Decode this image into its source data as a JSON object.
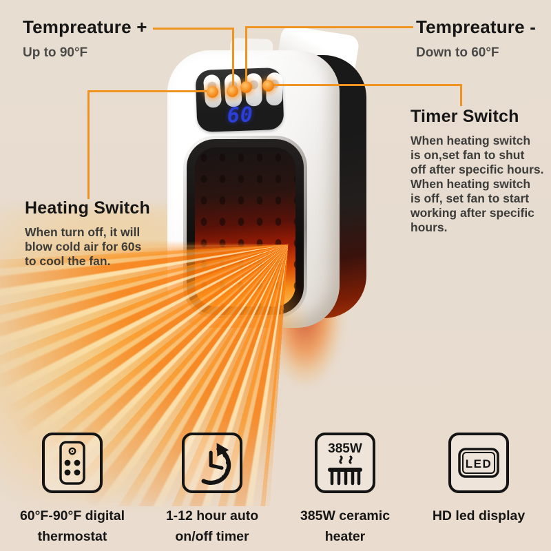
{
  "colors": {
    "background": "#e7dcd0",
    "accent_line": "#ef9421",
    "button_dot": "#f28313",
    "led_blue": "#2b3fd8",
    "heading_text": "#161616",
    "body_text": "#3c3c3a"
  },
  "callouts": {
    "temp_plus": {
      "title": "Tempreature +",
      "subtitle": "Up to 90°F"
    },
    "temp_minus": {
      "title": "Tempreature -",
      "subtitle": "Down to 60°F"
    },
    "timer": {
      "title": "Timer Switch",
      "body": "When heating switch\nis on,set fan to shut\noff after specific hours.\nWhen heating switch\nis off, set fan to start\nworking after specific\nhours."
    },
    "heating": {
      "title": "Heating Switch",
      "body": "When turn off, it will\nblow cold air for 60s\nto cool the fan."
    }
  },
  "device": {
    "display_value": "60",
    "buttons": [
      {
        "name": "heating-switch"
      },
      {
        "name": "temperature-up"
      },
      {
        "name": "temperature-down"
      },
      {
        "name": "timer"
      }
    ]
  },
  "features": [
    {
      "icon": "thermostat-icon",
      "label": "60°F-90°F digital\nthermostat"
    },
    {
      "icon": "timer-clock-icon",
      "label": "1-12 hour auto\non/off timer"
    },
    {
      "icon": "ceramic-heater-icon",
      "label": "385W ceramic\nheater",
      "wattage_text": "385W"
    },
    {
      "icon": "led-display-icon",
      "label": "HD led display",
      "screen_text": "LED"
    }
  ]
}
